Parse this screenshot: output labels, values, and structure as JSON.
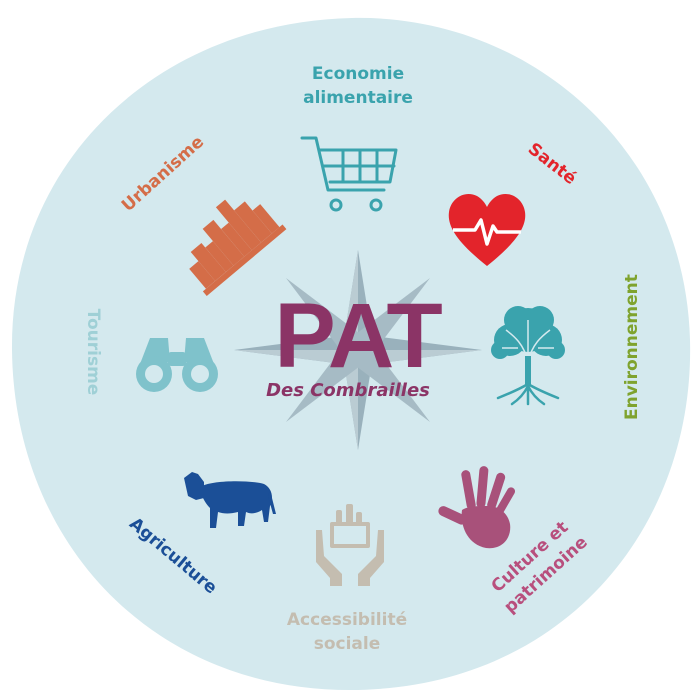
{
  "center": {
    "title": "PAT",
    "subtitle": "Des Combrailles"
  },
  "themes": {
    "economie": {
      "line1": "Economie",
      "line2": "alimentaire",
      "icon": "shopping-cart-icon"
    },
    "sante": {
      "label": "Santé",
      "icon": "heart-pulse-icon"
    },
    "environnement": {
      "label": "Environnement",
      "icon": "tree-icon"
    },
    "culture": {
      "line1": "Culture et",
      "line2": "patrimoine",
      "icon": "handprint-icon"
    },
    "accessibilite": {
      "line1": "Accessibilité",
      "line2": "sociale",
      "icon": "hands-basket-icon"
    },
    "agriculture": {
      "label": "Agriculture",
      "icon": "cow-icon"
    },
    "tourisme": {
      "label": "Tourisme",
      "icon": "binoculars-icon"
    },
    "urbanisme": {
      "label": "Urbanisme",
      "icon": "city-skyline-icon"
    }
  },
  "colors": {
    "background_circle": "#d4e9ee",
    "title": "#8b3466",
    "economie": "#3aa3ad",
    "sante": "#e3242b",
    "environnement": "#7fa32e",
    "culture": "#b84f7d",
    "accessibilite": "#c4bdb0",
    "agriculture": "#1b4f97",
    "tourisme": "#9fd0d6",
    "urbanisme": "#d46d48",
    "compass": "#8fa8b4"
  }
}
